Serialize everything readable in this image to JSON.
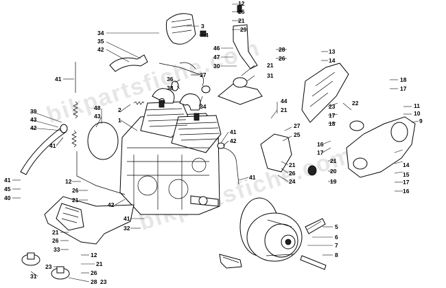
{
  "watermark": "bikpartsfiche.com",
  "callouts": [
    {
      "id": "c12a",
      "text": "12"
    },
    {
      "id": "c26a",
      "text": "26"
    },
    {
      "id": "c21a",
      "text": "21"
    },
    {
      "id": "c29",
      "text": "29"
    },
    {
      "id": "c3",
      "text": "3"
    },
    {
      "id": "c4",
      "text": "4"
    },
    {
      "id": "c34a",
      "text": "34"
    },
    {
      "id": "c35",
      "text": "35"
    },
    {
      "id": "c42a",
      "text": "42"
    },
    {
      "id": "c46",
      "text": "46"
    },
    {
      "id": "c47",
      "text": "47"
    },
    {
      "id": "c30",
      "text": "30"
    },
    {
      "id": "c28",
      "text": "28"
    },
    {
      "id": "c26b",
      "text": "26"
    },
    {
      "id": "c13",
      "text": "13"
    },
    {
      "id": "c14a",
      "text": "14"
    },
    {
      "id": "c41a",
      "text": "41"
    },
    {
      "id": "c37",
      "text": "37"
    },
    {
      "id": "c36",
      "text": "36"
    },
    {
      "id": "c38",
      "text": "38"
    },
    {
      "id": "c34b",
      "text": "34"
    },
    {
      "id": "c21b",
      "text": "21"
    },
    {
      "id": "c31a",
      "text": "31"
    },
    {
      "id": "c18a",
      "text": "18"
    },
    {
      "id": "c17a",
      "text": "17"
    },
    {
      "id": "c2",
      "text": "2"
    },
    {
      "id": "c48",
      "text": "48"
    },
    {
      "id": "c43a",
      "text": "43"
    },
    {
      "id": "c1",
      "text": "1"
    },
    {
      "id": "c44",
      "text": "44"
    },
    {
      "id": "c21c",
      "text": "21"
    },
    {
      "id": "c23a",
      "text": "23"
    },
    {
      "id": "c17b",
      "text": "17"
    },
    {
      "id": "c22",
      "text": "22"
    },
    {
      "id": "c18b",
      "text": "18"
    },
    {
      "id": "c11",
      "text": "11"
    },
    {
      "id": "c10",
      "text": "10"
    },
    {
      "id": "c9",
      "text": "9"
    },
    {
      "id": "c39",
      "text": "39"
    },
    {
      "id": "c43b",
      "text": "43"
    },
    {
      "id": "c42b",
      "text": "42"
    },
    {
      "id": "c41b",
      "text": "41"
    },
    {
      "id": "c41c",
      "text": "41"
    },
    {
      "id": "c42c",
      "text": "42"
    },
    {
      "id": "c27",
      "text": "27"
    },
    {
      "id": "c25",
      "text": "25"
    },
    {
      "id": "c16a",
      "text": "16"
    },
    {
      "id": "c17c",
      "text": "17"
    },
    {
      "id": "c21d",
      "text": "21"
    },
    {
      "id": "c26c",
      "text": "26"
    },
    {
      "id": "c24",
      "text": "24"
    },
    {
      "id": "c41d",
      "text": "41"
    },
    {
      "id": "c14b",
      "text": "14"
    },
    {
      "id": "c15",
      "text": "15"
    },
    {
      "id": "c21e",
      "text": "21"
    },
    {
      "id": "c20",
      "text": "20"
    },
    {
      "id": "c19",
      "text": "19"
    },
    {
      "id": "c17d",
      "text": "17"
    },
    {
      "id": "c16b",
      "text": "16"
    },
    {
      "id": "c41e",
      "text": "41"
    },
    {
      "id": "c45",
      "text": "45"
    },
    {
      "id": "c40",
      "text": "40"
    },
    {
      "id": "c12b",
      "text": "12"
    },
    {
      "id": "c26d",
      "text": "26"
    },
    {
      "id": "c21f",
      "text": "21"
    },
    {
      "id": "c42d",
      "text": "42"
    },
    {
      "id": "c41f",
      "text": "41"
    },
    {
      "id": "c32",
      "text": "32"
    },
    {
      "id": "c21g",
      "text": "21"
    },
    {
      "id": "c26e",
      "text": "26"
    },
    {
      "id": "c33",
      "text": "33"
    },
    {
      "id": "c23b",
      "text": "23"
    },
    {
      "id": "c12c",
      "text": "12"
    },
    {
      "id": "c21h",
      "text": "21"
    },
    {
      "id": "c26f",
      "text": "26"
    },
    {
      "id": "c31b",
      "text": "31"
    },
    {
      "id": "c28b",
      "text": "28"
    },
    {
      "id": "c23c",
      "text": "23"
    },
    {
      "id": "c5",
      "text": "5"
    },
    {
      "id": "c6",
      "text": "6"
    },
    {
      "id": "c7",
      "text": "7"
    },
    {
      "id": "c8",
      "text": "8"
    }
  ]
}
